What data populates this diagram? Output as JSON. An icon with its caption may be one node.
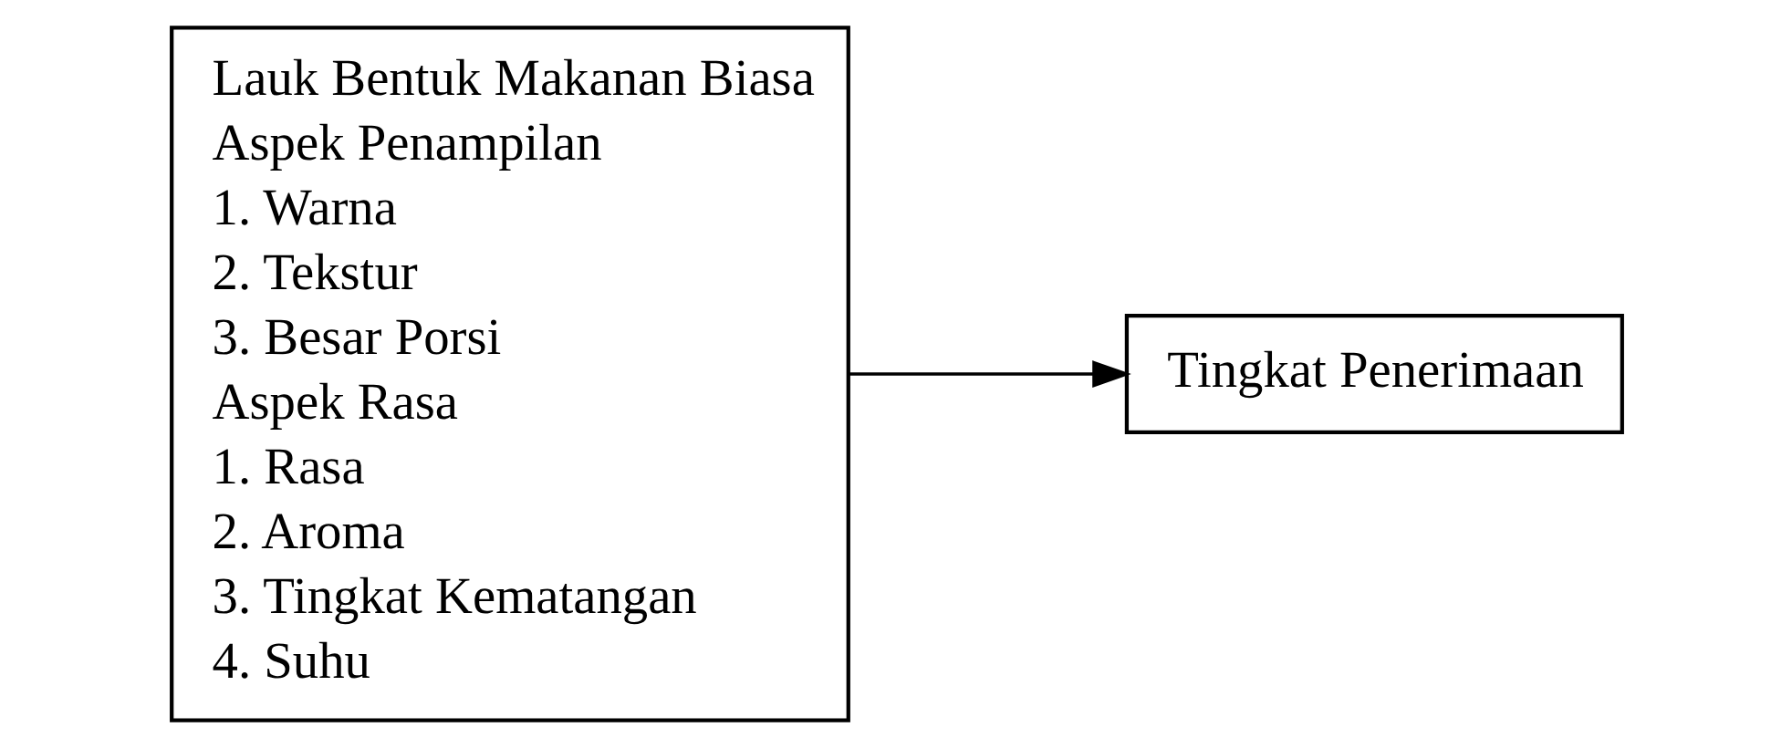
{
  "diagram": {
    "nodes": [
      {
        "text": [
          "Lauk Bentuk Makanan Biasa",
          "Aspek Penampilan",
          "1. Warna",
          "2. Tekstur",
          "3. Besar Porsi",
          "Aspek Rasa",
          "1. Rasa",
          "2. Aroma",
          "3. Tingkat Kematangan",
          "4. Suhu"
        ]
      },
      {
        "text": [
          "Tingkat Penerimaan"
        ]
      }
    ],
    "edges": [
      {
        "from": 0,
        "to": 1,
        "arrow": "to"
      }
    ]
  }
}
